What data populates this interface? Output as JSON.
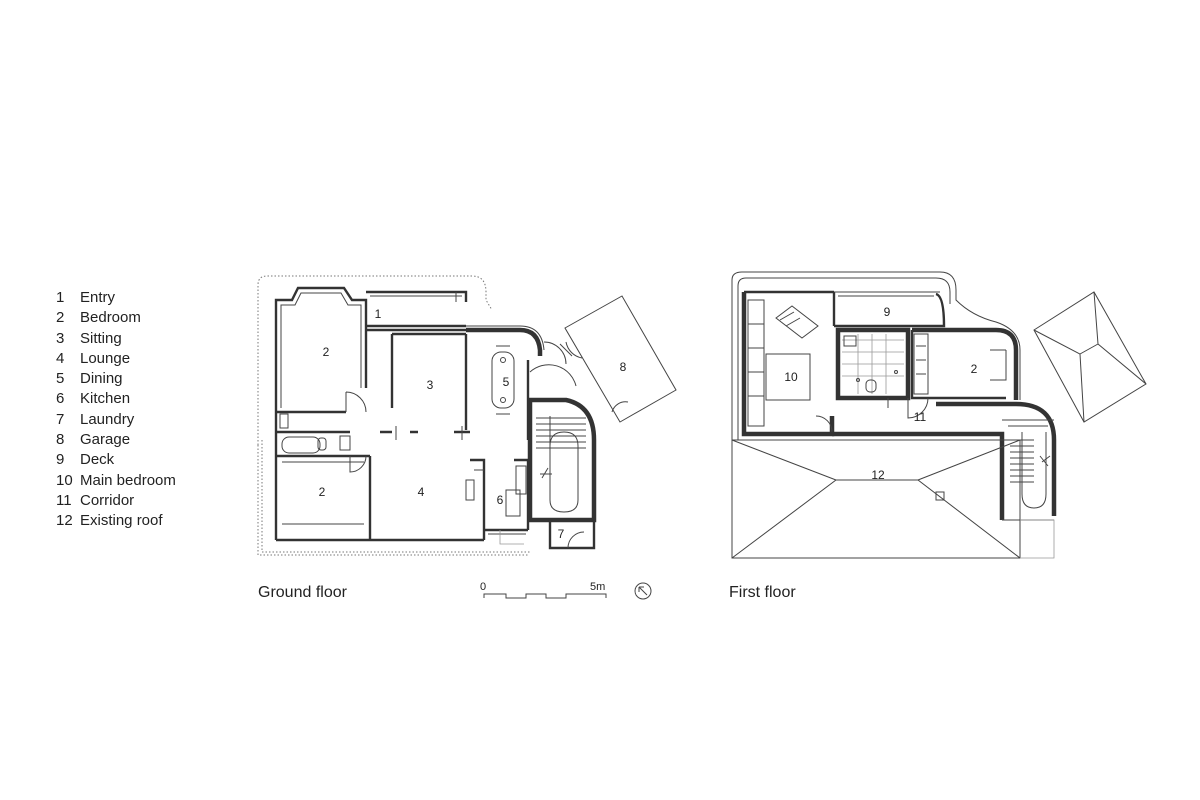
{
  "legend": [
    {
      "num": "1",
      "name": "Entry"
    },
    {
      "num": "2",
      "name": "Bedroom"
    },
    {
      "num": "3",
      "name": "Sitting"
    },
    {
      "num": "4",
      "name": "Lounge"
    },
    {
      "num": "5",
      "name": "Dining"
    },
    {
      "num": "6",
      "name": "Kitchen"
    },
    {
      "num": "7",
      "name": "Laundry"
    },
    {
      "num": "8",
      "name": "Garage"
    },
    {
      "num": "9",
      "name": "Deck"
    },
    {
      "num": "10",
      "name": "Main bedroom"
    },
    {
      "num": "11",
      "name": "Corridor"
    },
    {
      "num": "12",
      "name": "Existing roof"
    }
  ],
  "captions": {
    "ground": "Ground floor",
    "first": "First floor"
  },
  "scale": {
    "start": "0",
    "end": "5m"
  },
  "ground_labels": {
    "entry": "1",
    "bedroom_top": "2",
    "bedroom_bottom": "2",
    "sitting": "3",
    "lounge": "4",
    "dining": "5",
    "kitchen": "6",
    "laundry": "7",
    "garage": "8"
  },
  "first_labels": {
    "deck": "9",
    "main_bedroom": "10",
    "bedroom": "2",
    "corridor": "11",
    "roof": "12"
  },
  "icons": {
    "north": "north-arrow-icon"
  }
}
